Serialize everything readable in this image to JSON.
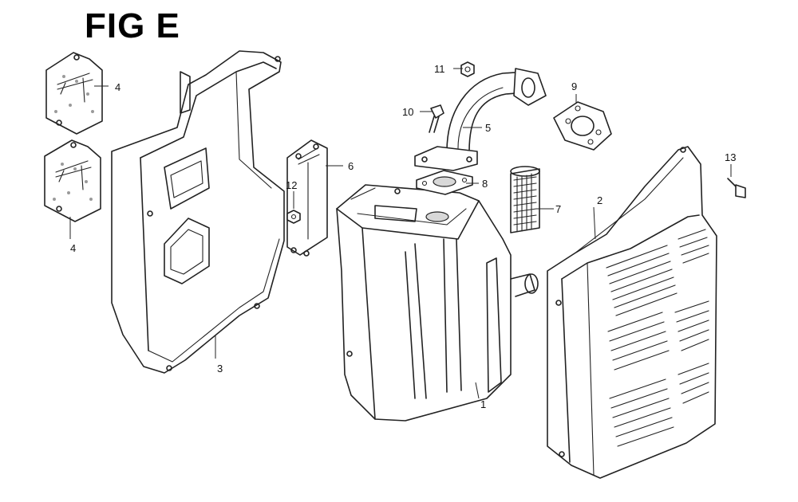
{
  "figure": {
    "title": "FIG E"
  },
  "callouts": {
    "c1": "1",
    "c2": "2",
    "c3": "3",
    "c4a": "4",
    "c4b": "4",
    "c5": "5",
    "c6": "6",
    "c7": "7",
    "c8": "8",
    "c9": "9",
    "c10": "10",
    "c11": "11",
    "c12": "12",
    "c13": "13"
  }
}
